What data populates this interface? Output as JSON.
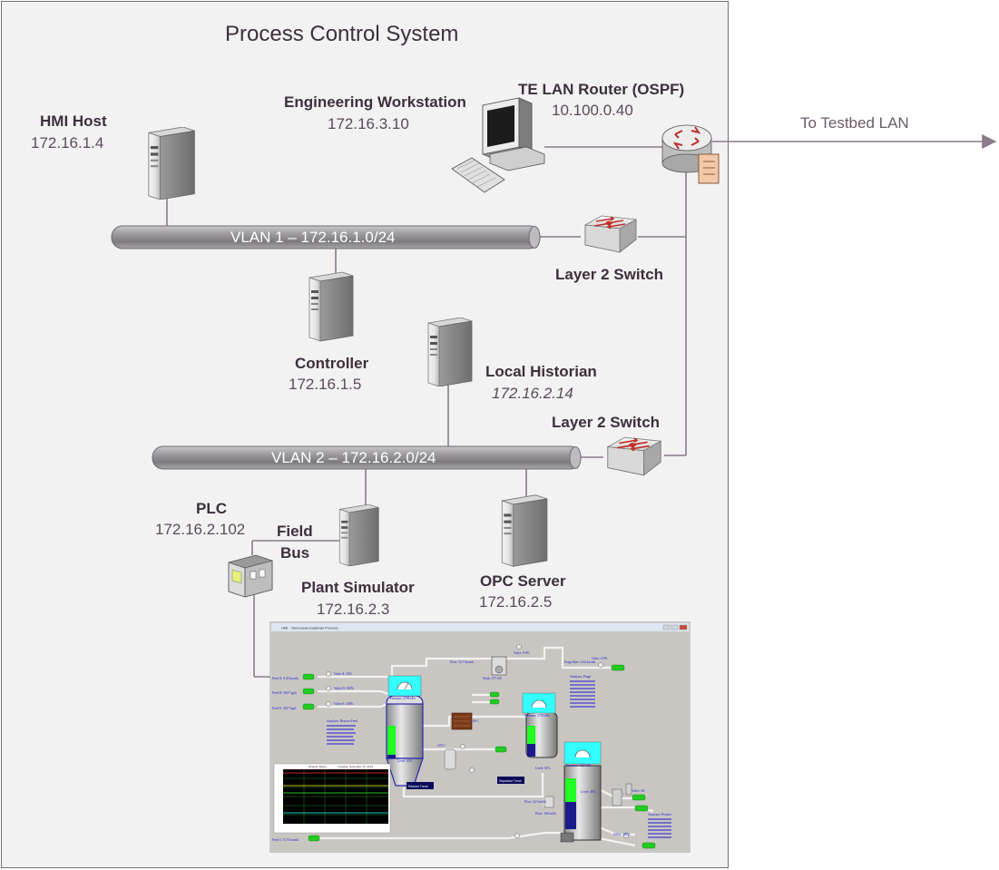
{
  "title": "Process Control System",
  "external_link": "To Testbed LAN",
  "vlans": [
    {
      "label": "VLAN 1 – 172.16.1.0/24"
    },
    {
      "label": "VLAN 2 – 172.16.2.0/24"
    }
  ],
  "nodes": {
    "hmi_host": {
      "name": "HMI Host",
      "ip": "172.16.1.4"
    },
    "engineering_workstation": {
      "name": "Engineering Workstation",
      "ip": "172.16.3.10"
    },
    "router": {
      "name": "TE LAN Router (OSPF)",
      "ip": "10.100.0.40"
    },
    "switch_1": {
      "name": "Layer 2 Switch"
    },
    "controller": {
      "name": "Controller",
      "ip": "172.16.1.5"
    },
    "local_historian": {
      "name": "Local Historian",
      "ip": "172.16.2.14"
    },
    "switch_2": {
      "name": "Layer 2 Switch"
    },
    "plc": {
      "name": "PLC",
      "ip": "172.16.2.102"
    },
    "field_bus": {
      "line1": "Field",
      "line2": "Bus"
    },
    "plant_simulator": {
      "name": "Plant Simulator",
      "ip": "172.16.2.3"
    },
    "opc_server": {
      "name": "OPC Server",
      "ip": "172.16.2.5"
    }
  },
  "hmi_screenshot": {
    "window_title": "HMI - Tennessee Eastman Process",
    "labels": {
      "feed_a": "Feed A: 0.20 kscmh",
      "feed_d": "Feed D: 3667 kg/h",
      "feed_e": "Feed E: 4517 kg/h",
      "feed_c": "Feed C: 9.75 kscmh",
      "valve_a": "Valve A: 10%",
      "valve_d": "Valve D: 100%",
      "valve_e": "Valve E: 100%",
      "purge_rate": "Purge Rate: 0.44 kscmh",
      "purge_valve": "Valve: 0.0%",
      "recycle_flow": "Flow: 32.7 kscmh",
      "recycle_valve": "Valve: 0.0%",
      "compressor_work": "Work: 277 kW",
      "reactor_pressure": "Pressure: 2798 kPa",
      "separator_pressure": "Pressure: 2703 kPa",
      "stripper_pressure": "Pressure: 3321 kPa",
      "reactor_level": "Level: 65%",
      "separator_level": "Level: 61%",
      "stripper_level": "Level: 45%",
      "reactor_temp": "120 C",
      "condenser_temp": "80 C",
      "reactor_tag": "Reactor Trend",
      "separator_tag": "Separator Trend",
      "analyzer_feed_title": "Analyzer, Reactor Feed",
      "analyzer_purge_title": "Analyzer, Purge",
      "analyzer_product_title": "Analyzer, Product",
      "product_flow": "Flow: 22.9 m3/h",
      "stripper_flow": "Flow: 100 m3/h",
      "steam_valve": "Valve: 100%",
      "product_valve": "Valve: 4%",
      "trend_title": "Reactor Status",
      "trend_date": "Tuesday, November 15, 2016"
    }
  },
  "colors": {
    "frame_bg": "#f2f2f2",
    "pipe": "#8c8a8e",
    "link_line": "#8a7a8a",
    "vlan_bar": "#9c9a9e"
  }
}
